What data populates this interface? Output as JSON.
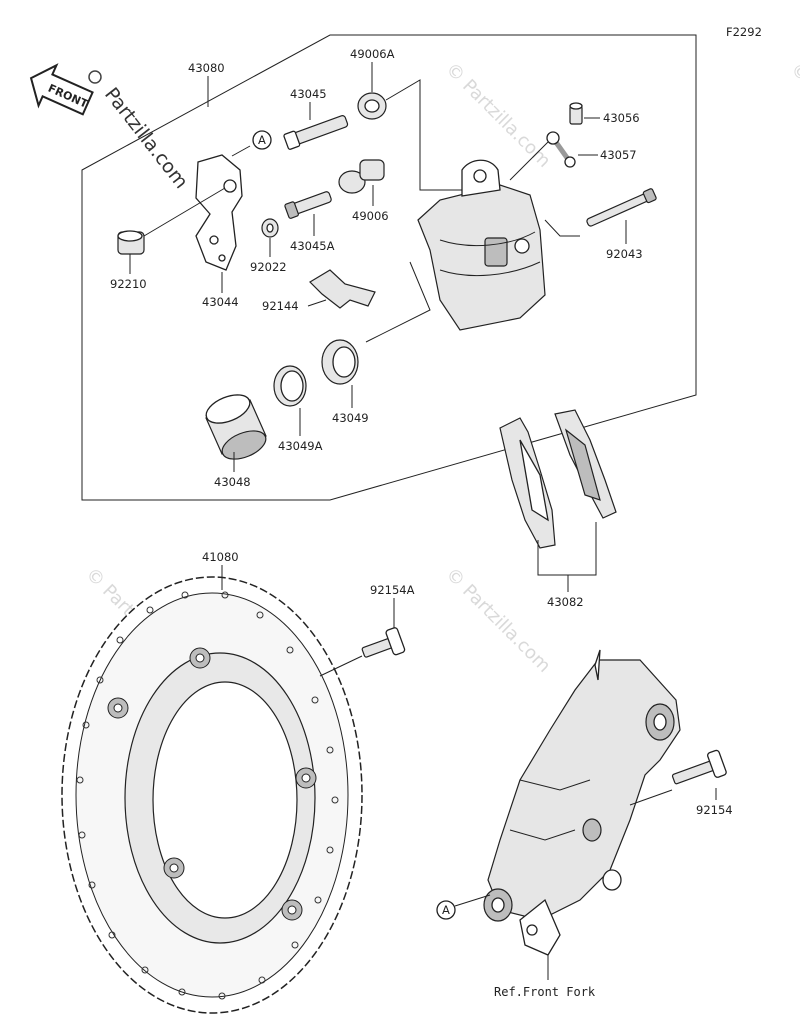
{
  "figure_code": "F2292",
  "front_arrow_label": "FRONT",
  "watermark_brand": "Partzilla.com",
  "watermark_faint": "© Partzilla.com",
  "callout_letter": "A",
  "labels": {
    "p43080": "43080",
    "p49006A": "49006A",
    "p43045": "43045",
    "p43056": "43056",
    "p43057": "43057",
    "p49006": "49006",
    "p43045A": "43045A",
    "p92043": "92043",
    "p92210": "92210",
    "p92022": "92022",
    "p43044": "43044",
    "p92144": "92144",
    "p43049": "43049",
    "p43049A": "43049A",
    "p43048": "43048",
    "p43082": "43082",
    "p41080": "41080",
    "p92154A": "92154A",
    "p92154": "92154",
    "ref_front_fork": "Ref.Front Fork"
  }
}
